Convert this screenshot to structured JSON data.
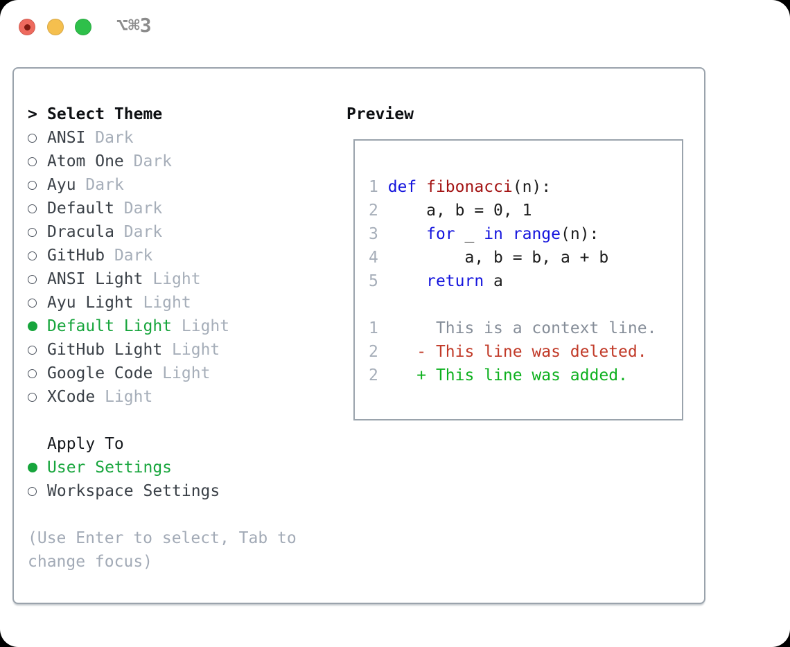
{
  "window": {
    "title": "⌥⌘3",
    "traffic_lights": [
      "close",
      "minimize",
      "zoom"
    ]
  },
  "colors": {
    "accent_green": "#17a53c",
    "panel_border": "#9aa3ac",
    "traffic_red": "#ee6a5e",
    "traffic_yellow": "#f5bf4e",
    "traffic_green": "#2ec04a",
    "title_gray": "#8b8b8b"
  },
  "theme_selector": {
    "cursor": ">",
    "header": "Select Theme",
    "items": [
      {
        "name": "ANSI",
        "variant": "Dark",
        "selected": false
      },
      {
        "name": "Atom One",
        "variant": "Dark",
        "selected": false
      },
      {
        "name": "Ayu",
        "variant": "Dark",
        "selected": false
      },
      {
        "name": "Default",
        "variant": "Dark",
        "selected": false
      },
      {
        "name": "Dracula",
        "variant": "Dark",
        "selected": false
      },
      {
        "name": "GitHub",
        "variant": "Dark",
        "selected": false
      },
      {
        "name": "ANSI Light",
        "variant": "Light",
        "selected": false
      },
      {
        "name": "Ayu Light",
        "variant": "Light",
        "selected": false
      },
      {
        "name": "Default Light",
        "variant": "Light",
        "selected": true
      },
      {
        "name": "GitHub Light",
        "variant": "Light",
        "selected": false
      },
      {
        "name": "Google Code",
        "variant": "Light",
        "selected": false
      },
      {
        "name": "XCode",
        "variant": "Light",
        "selected": false
      }
    ],
    "apply_to": {
      "header": "Apply To",
      "options": [
        {
          "name": "User Settings",
          "selected": true
        },
        {
          "name": "Workspace Settings",
          "selected": false
        }
      ]
    },
    "hint": "(Use Enter to select, Tab to change focus)"
  },
  "preview": {
    "header": "Preview",
    "colors": {
      "keyword": "#1414dd",
      "function": "#a31313",
      "plain": "#1c1c1c",
      "context": "#858d98",
      "deleted": "#c13a28",
      "added": "#0db01e",
      "line_number": "#a6aeb9"
    },
    "code_lines": [
      {
        "num": "1",
        "segments": [
          [
            "def",
            "keyword"
          ],
          [
            " ",
            "plain"
          ],
          [
            "fibonacci",
            "function"
          ],
          [
            "(n):",
            "plain"
          ]
        ]
      },
      {
        "num": "2",
        "segments": [
          [
            "    a, b = 0, 1",
            "plain"
          ]
        ]
      },
      {
        "num": "3",
        "segments": [
          [
            "    ",
            "plain"
          ],
          [
            "for",
            "keyword"
          ],
          [
            " _ ",
            "plain"
          ],
          [
            "in",
            "keyword"
          ],
          [
            " ",
            "plain"
          ],
          [
            "range",
            "keyword"
          ],
          [
            "(n):",
            "plain"
          ]
        ]
      },
      {
        "num": "4",
        "segments": [
          [
            "        a, b = b, a + b",
            "plain"
          ]
        ]
      },
      {
        "num": "5",
        "segments": [
          [
            "    ",
            "plain"
          ],
          [
            "return",
            "keyword"
          ],
          [
            " a",
            "plain"
          ]
        ]
      },
      {
        "num": "",
        "segments": []
      },
      {
        "num": "1",
        "segments": [
          [
            "     This is a context line.",
            "context"
          ]
        ]
      },
      {
        "num": "2",
        "segments": [
          [
            "   - This line was deleted.",
            "deleted"
          ]
        ]
      },
      {
        "num": "2",
        "segments": [
          [
            "   + This line was added.",
            "added"
          ]
        ]
      }
    ]
  }
}
